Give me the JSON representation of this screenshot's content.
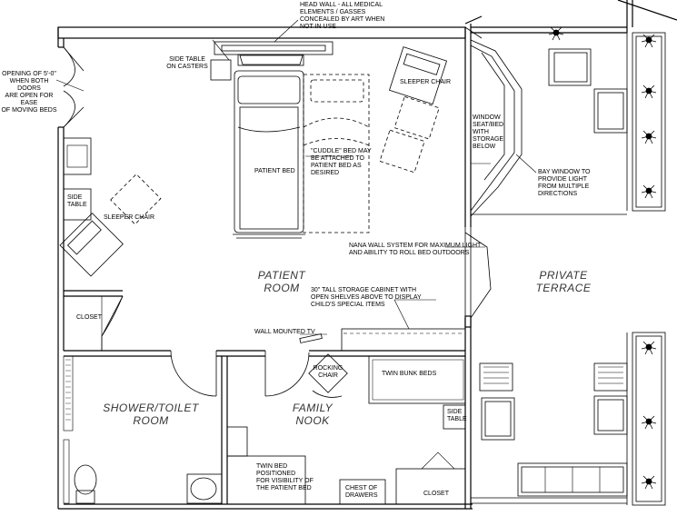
{
  "rooms": {
    "patient_room": "PATIENT\nROOM",
    "private_terrace": "PRIVATE\nTERRACE",
    "shower_toilet": "SHOWER/TOILET\nROOM",
    "family_nook": "FAMILY\nNOOK"
  },
  "notes": {
    "head_wall": "HEAD WALL - ALL MEDICAL\nELEMENTS / GASSES\nCONCEALED BY ART WHEN\nNOT IN USE",
    "side_table_casters": "SIDE TABLE\nON CASTERS",
    "door_opening": "OPENING OF 5'-0\"\nWHEN BOTH DOORS\nARE OPEN FOR EASE\nOF MOVING BEDS",
    "sleeper_chair_top": "SLEEPER CHAIR",
    "sleeper_chair_left": "SLEEPER CHAIR",
    "side_table_left": "SIDE\nTABLE",
    "patient_bed": "PATIENT BED",
    "cuddle_bed": "\"CUDDLE\" BED MAY\nBE ATTACHED TO\nPATIENT BED AS\nDESIRED",
    "window_seat": "WINDOW\nSEAT/BED\nWITH\nSTORAGE\nBELOW",
    "bay_window": "BAY WINDOW TO\nPROVIDE LIGHT\nFROM MULTIPLE\nDIRECTIONS",
    "nana_wall": "NANA WALL SYSTEM FOR MAXIMUM LIGHT\nAND ABILITY TO ROLL BED OUTDOORS",
    "storage_cabinet": "30\" TALL STORAGE CABINET WITH\nOPEN SHELVES ABOVE TO DISPLAY\nCHILD'S SPECIAL ITEMS",
    "closet_left": "CLOSET",
    "wall_tv": "WALL MOUNTED TV",
    "rocking_chair": "ROCKING\nCHAIR",
    "twin_bunk": "TWIN BUNK BEDS",
    "side_table_nook": "SIDE\nTABLE",
    "twin_bed": "TWIN BED\nPOSITIONED\nFOR VISIBILITY OF\nTHE PATIENT BED",
    "chest": "CHEST OF\nDRAWERS",
    "closet_nook": "CLOSET"
  },
  "colors": {
    "line": "#000000",
    "wall_fill": "#ffffff",
    "label": "#000000",
    "room_label": "#333333"
  }
}
